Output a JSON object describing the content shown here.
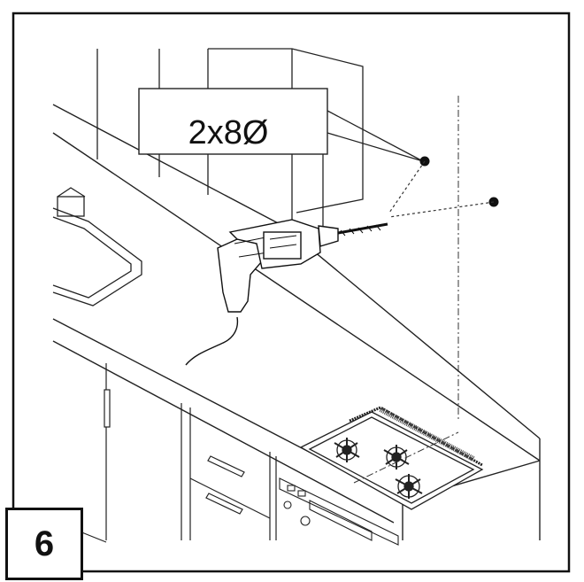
{
  "callout": {
    "label": "2x8Ø"
  },
  "step": {
    "number": "6"
  },
  "colors": {
    "line": "#111111",
    "background": "#ffffff"
  },
  "icons": [
    "drill-icon",
    "drill-hole-marker",
    "sink",
    "gas-hob",
    "cabinet-handle"
  ]
}
